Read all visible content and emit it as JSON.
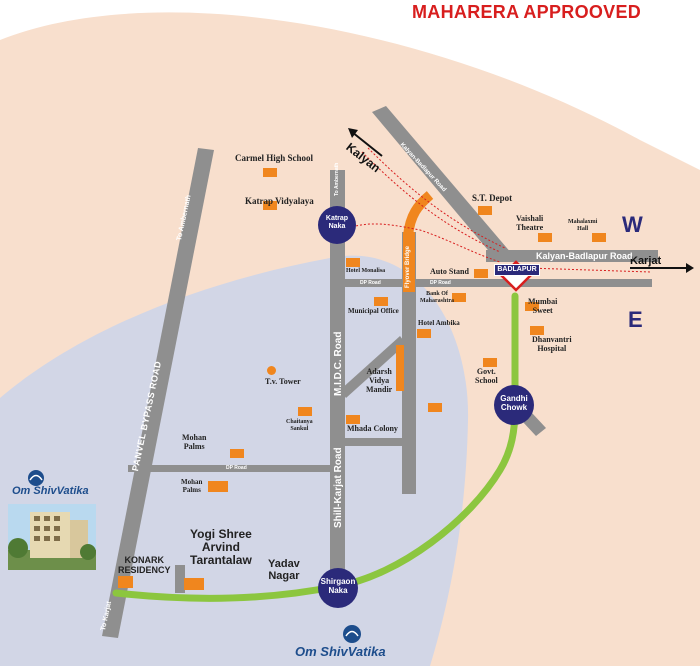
{
  "header": {
    "approval_text": "MAHARERA APPROOVED"
  },
  "compass": {
    "west": "W",
    "east": "E"
  },
  "roads": {
    "kalyan_badlapur_road": "Kalyan-Badlapur Road",
    "kalyan_badlapur_road_diagonal": "Kalyan-Badlapur Road",
    "panvel_bypass_road": "PANVEL BYPASS ROAD",
    "midc_road": "M.I.D.C. Road",
    "shill_karjat_road": "Shill-Karjat Road",
    "flyover_bridge": "Flyover Bridge",
    "dp_road": "DP Road",
    "to_ambernath_left": "To Ambernath",
    "to_ambernath_midc": "To Ambernath",
    "to_karjat_left": "To Karjat"
  },
  "directions": {
    "kalyan": "Kalyan",
    "karjat": "Karjat"
  },
  "nodes": {
    "katrap_naka": "Katrap\nNaka",
    "badlapur": "BADLAPUR",
    "gandhi_chowk": "Gandhi\nChowk",
    "shirgaon_naka": "Shirgaon\nNaka"
  },
  "landmarks": {
    "carmel_high_school": "Carmel High School",
    "katrap_vidyalaya": "Katrap Vidyalaya",
    "st_depot": "S.T. Depot",
    "vaishali_theatre": "Vaishali\nTheatre",
    "mahalaxmi_hall": "Mahalaxmi\nHall",
    "auto_stand": "Auto Stand",
    "hotel_monalisa": "Hotel Monalisa",
    "bank_of_maharashtra": "Bank Of\nMaharashtra",
    "municipal_office": "Municipal Office",
    "hotel_ambika": "Hotel Ambika",
    "mumbai_sweet": "Mumbai\nSweet",
    "dhanvantri_hospital": "Dhanvantri\nHospital",
    "govt_school": "Govt.\nSchool",
    "tv_tower": "T.v. Tower",
    "adarsh_vidya_mandir": "Adarsh\nVidya\nMandir",
    "chaitanya_sankul": "Chaitanya\nSankul",
    "mhada_colony": "Mhada Colony",
    "mohan_palms_1": "Mohan\nPalms",
    "mohan_palms_2": "Mohan\nPalms",
    "konark_residency": "KONARK\nRESIDENCY",
    "yogi_shree_arvind_tarantalaw": "Yogi Shree\nArvind\nTarantalaw",
    "yadav_nagar": "Yadav\nNagar"
  },
  "project": {
    "name_top": "Om ShivVatika",
    "name_bottom": "Om ShivVatika"
  },
  "colors": {
    "peach_zone": "#f8dfcd",
    "grey_zone": "#d2d6e6",
    "road": "#909090",
    "route_green": "#8cc63f",
    "node_fill": "#2b2a7a",
    "marker": "#f0861e",
    "header_red": "#d81e1e"
  }
}
